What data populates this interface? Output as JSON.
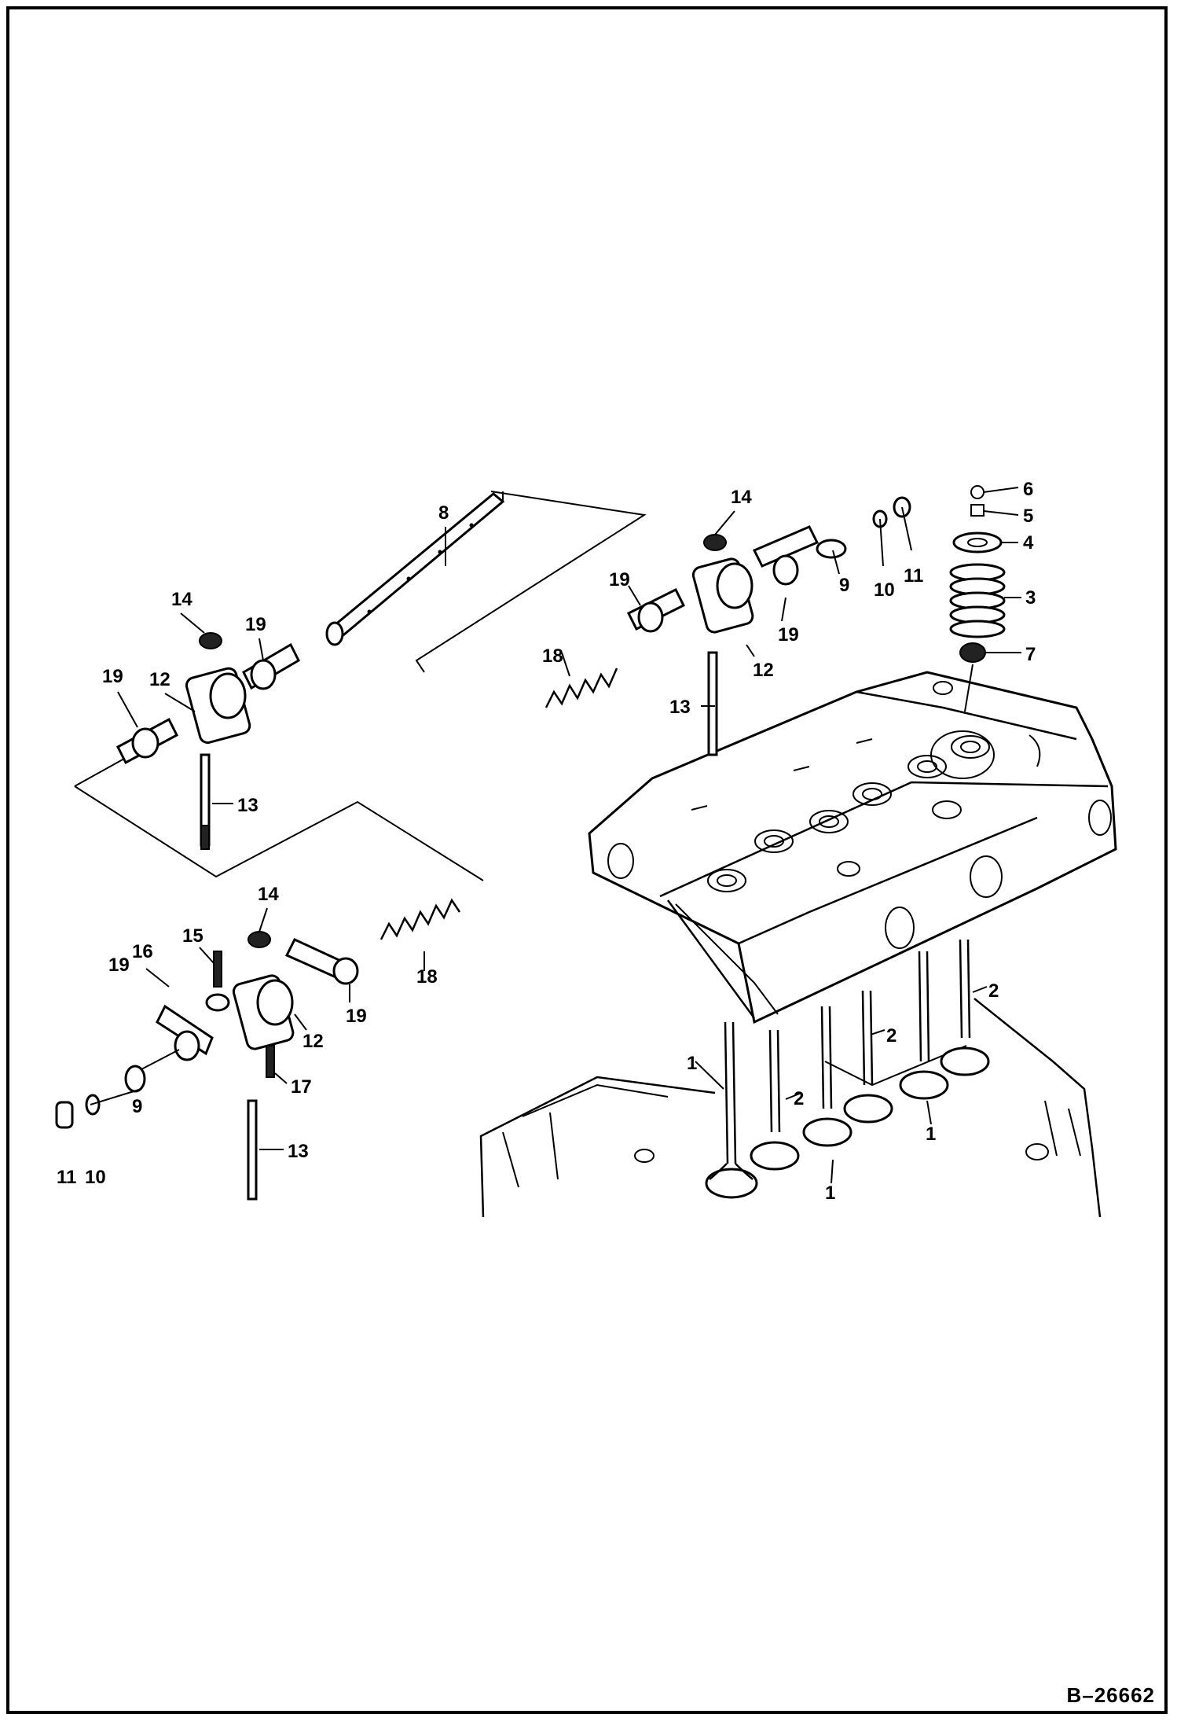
{
  "diagram": {
    "reference_code": "B–26662",
    "callouts": [
      {
        "id": "c1a",
        "text": "1"
      },
      {
        "id": "c1b",
        "text": "1"
      },
      {
        "id": "c1c",
        "text": "1"
      },
      {
        "id": "c2a",
        "text": "2"
      },
      {
        "id": "c2b",
        "text": "2"
      },
      {
        "id": "c2c",
        "text": "2"
      },
      {
        "id": "c3",
        "text": "3"
      },
      {
        "id": "c4",
        "text": "4"
      },
      {
        "id": "c5",
        "text": "5"
      },
      {
        "id": "c6",
        "text": "6"
      },
      {
        "id": "c7",
        "text": "7"
      },
      {
        "id": "c8",
        "text": "8"
      },
      {
        "id": "c9a",
        "text": "9"
      },
      {
        "id": "c9b",
        "text": "9"
      },
      {
        "id": "c10a",
        "text": "10"
      },
      {
        "id": "c10b",
        "text": "10"
      },
      {
        "id": "c11a",
        "text": "11"
      },
      {
        "id": "c11b",
        "text": "11"
      },
      {
        "id": "c12a",
        "text": "12"
      },
      {
        "id": "c12b",
        "text": "12"
      },
      {
        "id": "c12c",
        "text": "12"
      },
      {
        "id": "c13a",
        "text": "13"
      },
      {
        "id": "c13b",
        "text": "13"
      },
      {
        "id": "c13c",
        "text": "13"
      },
      {
        "id": "c14a",
        "text": "14"
      },
      {
        "id": "c14b",
        "text": "14"
      },
      {
        "id": "c14c",
        "text": "14"
      },
      {
        "id": "c15",
        "text": "15"
      },
      {
        "id": "c16",
        "text": "16"
      },
      {
        "id": "c17",
        "text": "17"
      },
      {
        "id": "c18a",
        "text": "18"
      },
      {
        "id": "c18b",
        "text": "18"
      },
      {
        "id": "c19a",
        "text": "19"
      },
      {
        "id": "c19b",
        "text": "19"
      },
      {
        "id": "c19c",
        "text": "19"
      },
      {
        "id": "c19d",
        "text": "19"
      },
      {
        "id": "c19e",
        "text": "19"
      }
    ]
  }
}
